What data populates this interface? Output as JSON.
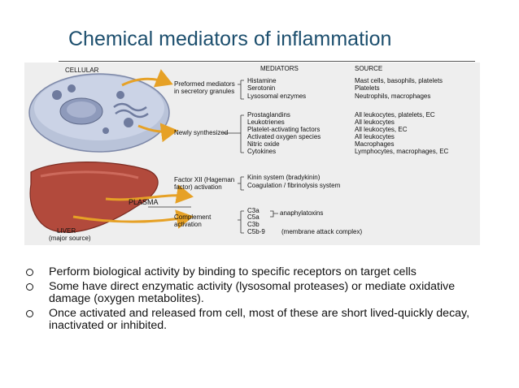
{
  "slide": {
    "title": "Chemical mediators of inflammation"
  },
  "figure": {
    "headers": {
      "mediators": "MEDIATORS",
      "source": "SOURCE"
    },
    "cellular_label": "CELLULAR",
    "plasma_label": "PLASMA",
    "liver_label": "LIVER",
    "liver_sub": "(major source)",
    "groups": {
      "preformed": "Preformed mediators\nin secretory granules",
      "newly": "Newly synthesized",
      "factor": "Factor XII (Hageman\nfactor) activation",
      "complement": "Complement\nactivation"
    },
    "preformed_rows": [
      {
        "mediator": "Histamine",
        "source": "Mast cells, basophils, platelets"
      },
      {
        "mediator": "Serotonin",
        "source": "Platelets"
      },
      {
        "mediator": "Lysosomal enzymes",
        "source": "Neutrophils, macrophages"
      }
    ],
    "newly_rows": [
      {
        "mediator": "Prostaglandins",
        "source": "All leukocytes, platelets, EC"
      },
      {
        "mediator": "Leukotrienes",
        "source": "All leukocytes"
      },
      {
        "mediator": "Platelet-activating factors",
        "source": "All leukocytes, EC"
      },
      {
        "mediator": "Activated oxygen species",
        "source": "All leukocytes"
      },
      {
        "mediator": "Nitric oxide",
        "source": "Macrophages"
      },
      {
        "mediator": "Cytokines",
        "source": "Lymphocytes, macrophages, EC"
      }
    ],
    "plasma_rows": [
      "Kinin system (bradykinin)",
      "Coagulation / fibrinolysis system"
    ],
    "complement_rows": [
      "C3a",
      "C5a",
      "C3b",
      "C5b-9"
    ],
    "anaphylatoxins": "anaphylatoxins",
    "mac": "(membrane attack complex)"
  },
  "bullets": [
    "Perform biological activity by binding to specific receptors on target cells",
    "Some have direct enzymatic activity (lysosomal proteases) or mediate oxidative damage (oxygen metabolites).",
    "Once activated and released from cell, most of these are short lived-quickly decay, inactivated or inhibited."
  ],
  "colors": {
    "title": "#1d4f6e",
    "arrow": "#e6a126",
    "liver": "#b24a3c",
    "cell": "#b9c3d9"
  }
}
